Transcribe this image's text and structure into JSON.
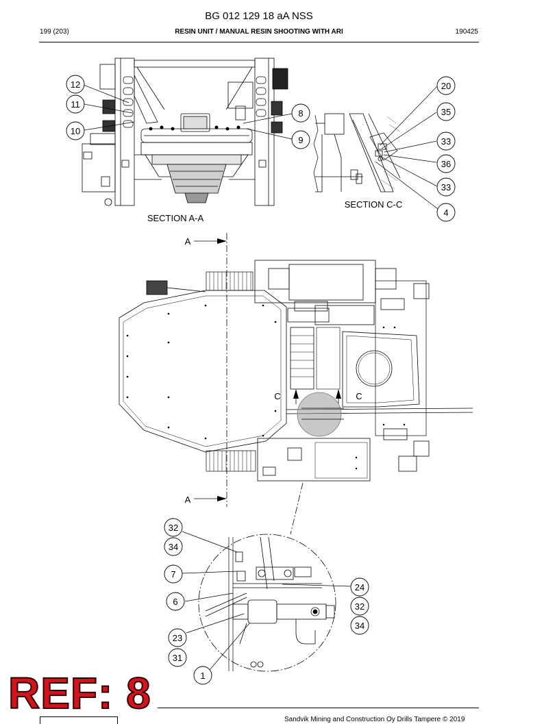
{
  "header": {
    "title": "BG 012 129 18 aA NSS",
    "page": "199 (203)",
    "subtitle": "RESIN UNIT / MANUAL RESIN SHOOTING WITH ARI",
    "code": "190425"
  },
  "sections": {
    "section_aa_label": "SECTION A-A",
    "section_cc_label": "SECTION C-C",
    "cut_a_top": "A",
    "cut_a_bottom": "A",
    "cut_c_left": "C",
    "cut_c_right": "C"
  },
  "callouts": {
    "section_aa": [
      "12",
      "11",
      "10",
      "8",
      "9"
    ],
    "section_cc": [
      "20",
      "35",
      "33",
      "36",
      "33",
      "4"
    ],
    "detail_left": [
      "32",
      "34",
      "7",
      "6",
      "23",
      "31",
      "1"
    ],
    "detail_right": [
      "24",
      "32",
      "34"
    ]
  },
  "footer": {
    "stamp": "REF: 8",
    "copyright": "Sandvik Mining and Construction Oy Drills Tampere © 2019"
  }
}
